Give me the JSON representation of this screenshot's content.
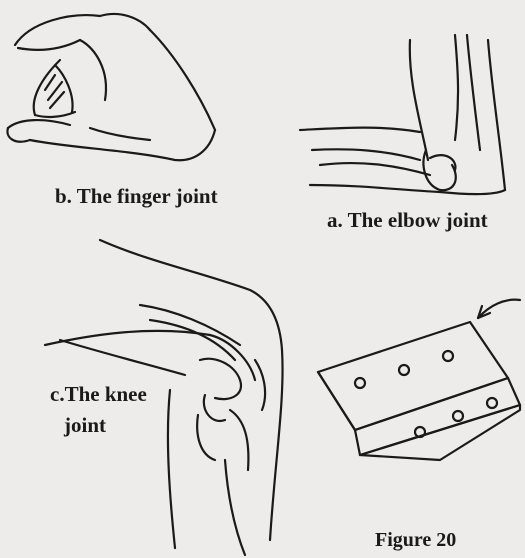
{
  "labels": {
    "finger": "b. The finger joint",
    "elbow": "a. The elbow joint",
    "knee_line1": "c.The knee",
    "knee_line2": "joint",
    "figure": "Figure 20"
  },
  "colors": {
    "paper": "#eeecea",
    "ink": "#1a1a1a"
  },
  "illustrations": [
    "finger-joint",
    "elbow-joint",
    "knee-joint",
    "door-hinge"
  ]
}
